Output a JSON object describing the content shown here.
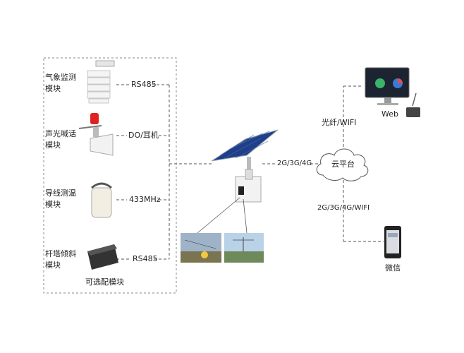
{
  "modules": [
    {
      "name": "气象监测\n模块",
      "link": "RS485",
      "icon": "weather-sensor-icon"
    },
    {
      "name": "声光喊话\n模块",
      "link": "DO/耳机",
      "icon": "alarm-speaker-icon"
    },
    {
      "name": "导线测温\n模块",
      "link": "433MHz",
      "icon": "wire-temperature-sensor-icon"
    },
    {
      "name": "杆塔倾斜\n模块",
      "link": "RS485",
      "icon": "tilt-sensor-icon"
    }
  ],
  "optional_label": "可选配模块",
  "uplink_cellular": "2G/3G/4G",
  "cloud_label": "云平台",
  "fiber_label": "光纤/WIFI",
  "web_label": "Web",
  "mobile_link": "2G/3G/4G/WIFI",
  "wechat_label": "微信",
  "colors": {
    "line": "#555555",
    "panel": "#1f3f8a",
    "dashed_box": "#888888"
  }
}
